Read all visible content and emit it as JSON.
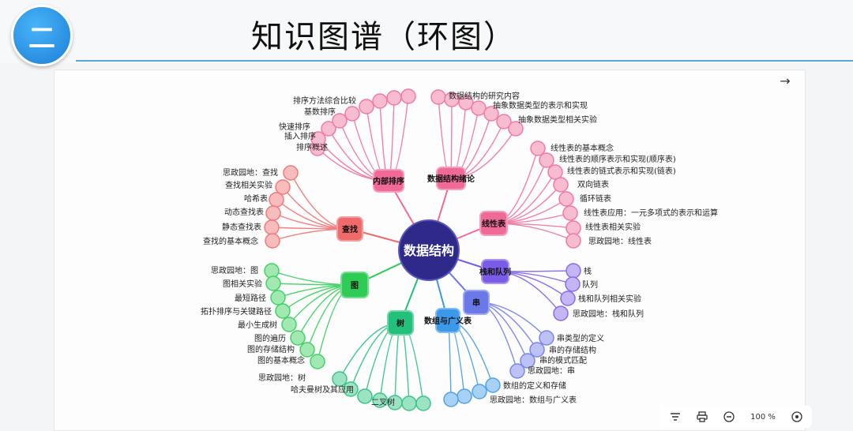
{
  "header": {
    "badge": "二",
    "title": "知识图谱（环图）"
  },
  "toolbar": {
    "zoom": "100 %",
    "icons": [
      "filter-icon",
      "print-icon",
      "zoom-out-icon",
      "zoom-in-icon"
    ]
  },
  "mindmap": {
    "center": {
      "label": "数据结构",
      "color": "#2f2a8a"
    },
    "branches": [
      {
        "label": "内部排序",
        "color": "#f06a97",
        "leaves": [
          "排序概述",
          "插入排序",
          "快速排序",
          "基数排序",
          "排序方法综合比较"
        ]
      },
      {
        "label": "数据结构绪论",
        "color": "#f06a97",
        "leaves": [
          "数据结构的研究内容",
          "抽象数据类型的表示和实现",
          "抽象数据类型相关实验"
        ]
      },
      {
        "label": "线性表",
        "color": "#f06a97",
        "leaves": [
          "线性表的基本概念",
          "线性表的顺序表示和实现(顺序表)",
          "线性表的链式表示和实现(链表)",
          "双向链表",
          "循环链表",
          "线性表应用：一元多项式的表示和运算",
          "线性表相关实验",
          "思政园地：线性表"
        ]
      },
      {
        "label": "查找",
        "color": "#ef6a6a",
        "leaves": [
          "思政园地：查找",
          "查找相关实验",
          "哈希表",
          "动态查找表",
          "静态查找表",
          "查找的基本概念"
        ]
      },
      {
        "label": "栈和队列",
        "color": "#7b5ce6",
        "leaves": [
          "栈",
          "队列",
          "栈和队列相关实验",
          "思政园地：栈和队列"
        ]
      },
      {
        "label": "串",
        "color": "#6a78e8",
        "leaves": [
          "串类型的定义",
          "串的存储结构",
          "串的模式匹配",
          "思政园地：串"
        ]
      },
      {
        "label": "图",
        "color": "#2ecc55",
        "leaves": [
          "思政园地：图",
          "图相关实验",
          "最短路径",
          "拓扑排序与关键路径",
          "最小生成树",
          "图的遍历",
          "图的存储结构",
          "图的基本概念"
        ]
      },
      {
        "label": "树",
        "color": "#22c07a",
        "leaves": [
          "思政园地：树",
          "哈夫曼树及其应用",
          "二叉树"
        ]
      },
      {
        "label": "数组与广义表",
        "color": "#3c98e8",
        "leaves": [
          "数组的定义和存储",
          "思政园地：数组与广义表"
        ]
      }
    ]
  }
}
